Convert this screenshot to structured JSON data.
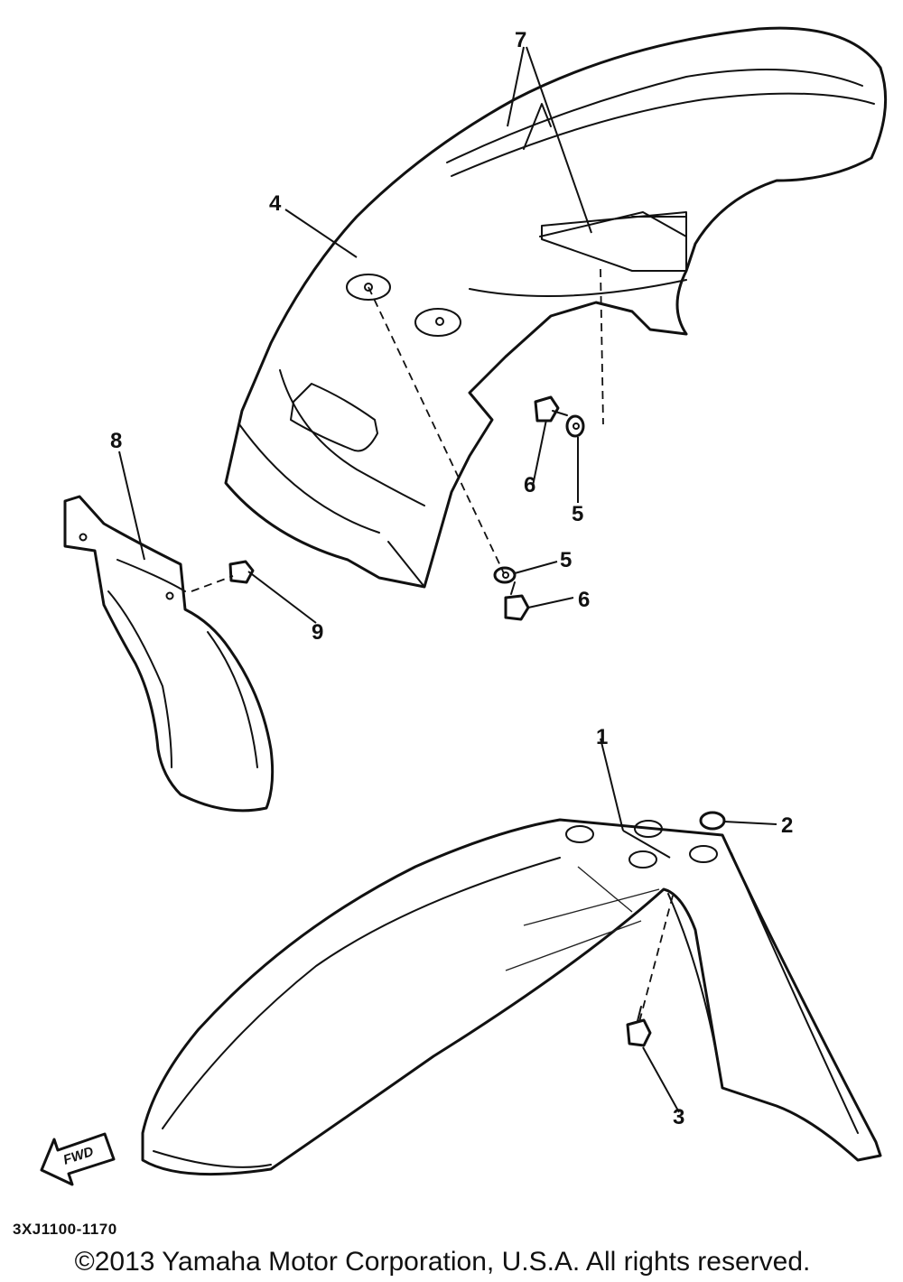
{
  "callouts": {
    "c1": "1",
    "c2": "2",
    "c3": "3",
    "c4": "4",
    "c5a": "5",
    "c5b": "5",
    "c6a": "6",
    "c6b": "6",
    "c7": "7",
    "c8": "8",
    "c9": "9"
  },
  "fwd_label": "FWD",
  "diagram_code": "3XJ1100-1170",
  "copyright": "©2013 Yamaha Motor Corporation, U.S.A. All rights reserved."
}
